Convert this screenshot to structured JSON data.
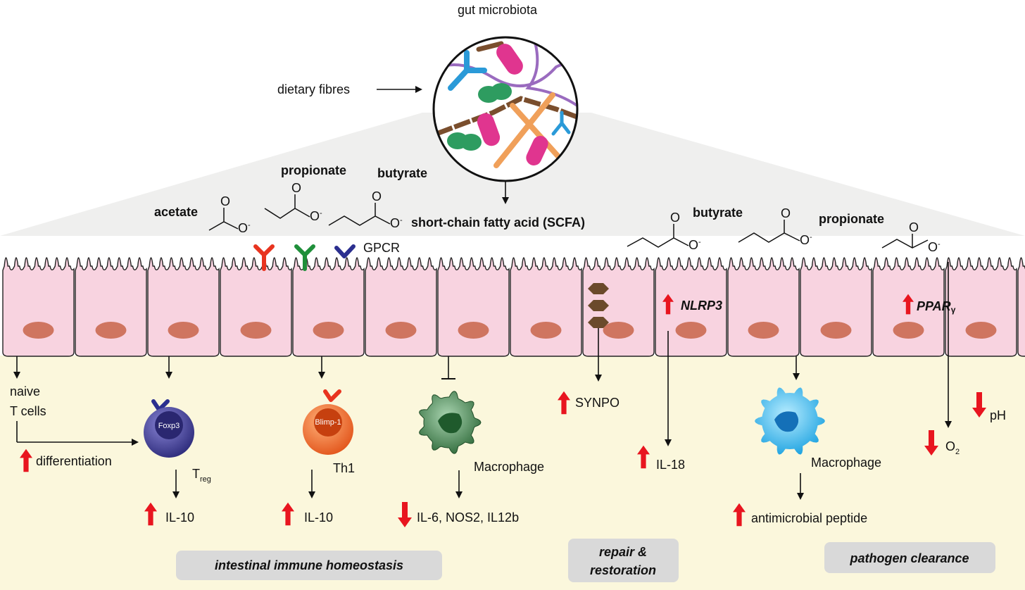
{
  "source": {
    "title": "gut microbiota",
    "input": "dietary fibres",
    "output": "short-chain fatty acid (SCFA)"
  },
  "scfa_labels": {
    "acetate": "acetate",
    "propionate": "propionate",
    "butyrate": "butyrate",
    "butyrate_right": "butyrate",
    "propionate_right": "propionate"
  },
  "chem": {
    "O": "O",
    "O_minus": "O",
    "minus": "-"
  },
  "receptor": "GPCR",
  "cells": {
    "naive_line1": "naive",
    "naive_line2": "T cells",
    "differentiation": "differentiation",
    "treg_marker": "Foxp3",
    "treg_label": "T",
    "treg_sub": "reg",
    "th1_marker": "Blimp-1",
    "th1_label": "Th1",
    "macrophage_left": "Macrophage",
    "macrophage_right": "Macrophage"
  },
  "genes": {
    "nlrp3": "NLRP3",
    "ppar": "PPAR",
    "ppar_sub": "γ"
  },
  "outputs": {
    "il10_treg": "IL-10",
    "il10_th1": "IL-10",
    "inflam": "IL-6, NOS2, IL12b",
    "synpo": "SYNPO",
    "il18": "IL-18",
    "amp": "antimicrobial peptide",
    "ph": "pH",
    "o2": "O",
    "o2_sub": "2"
  },
  "categories": {
    "homeostasis": "intestinal immune homeostasis",
    "repair_line1": "repair &",
    "repair_line2": "restoration",
    "pathogen": "pathogen clearance"
  },
  "colors": {
    "epithelium": "#f8d3e0",
    "nucleus": "#cf7560",
    "lumen_bg": "#f1f1f0",
    "lamina": "#fbf7dc",
    "up_arrow": "#e8151f",
    "down_arrow": "#e8151f",
    "label_box": "#d9d9d9"
  }
}
